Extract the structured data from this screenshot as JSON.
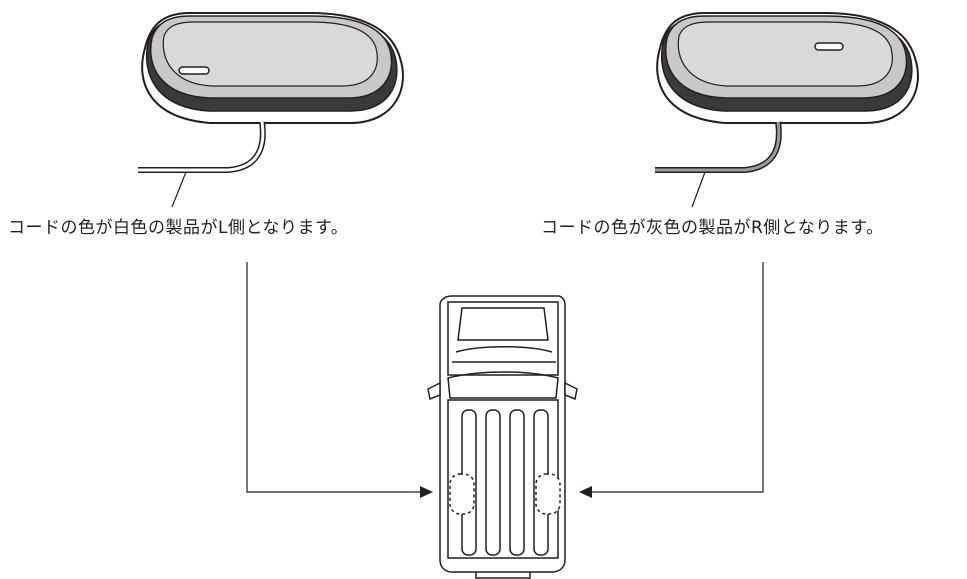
{
  "captions": {
    "left": "コードの色が白色の製品がL側となります。",
    "right": "コードの色が灰色の製品がR側となります。"
  },
  "devices": {
    "left": {
      "cord_color": "#ffffff",
      "side": "L"
    },
    "right": {
      "cord_color": "#9b9b9b",
      "side": "R"
    }
  },
  "colors": {
    "line": "#231f20",
    "body_gray": "#c8c8c8",
    "top_gray": "#d9d9d9",
    "background": "#ffffff"
  },
  "icons": {
    "sensor": "oval-sensor-unit-icon",
    "car": "car-top-view-icon",
    "arrow": "arrow-head-icon"
  }
}
